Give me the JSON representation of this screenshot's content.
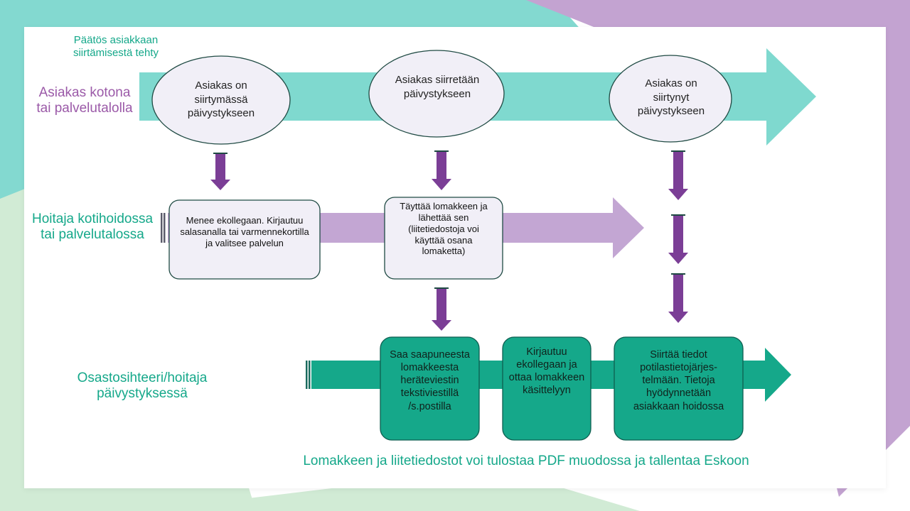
{
  "colors": {
    "teal": "#15a88a",
    "teal_light": "#7fd9cf",
    "purple": "#9b5aa8",
    "purple_light": "#c3a6d3",
    "arrow_purple": "#7b3e96",
    "box_fill": "#f1eff7",
    "box_border": "#1f4a43"
  },
  "decision_note": "Päätös asiakkaan siirtämisestä tehty",
  "lanes": {
    "patient": "Asiakas kotona tai palvelutalolla",
    "nurse": "Hoitaja kotihoidossa tai palvelutalossa",
    "secretary": "Osastosihteeri/hoitaja päivystyksessä"
  },
  "ellipses": {
    "e1": "Asiakas on siirtymässä päivystykseen",
    "e2": "Asiakas siirretään päivystykseen",
    "e3": "Asiakas on siirtynyt päivystykseen"
  },
  "nurse_boxes": {
    "b1": "Menee ekollegaan. Kirjautuu salasanalla tai varmennekortilla ja valitsee palvelun",
    "b2": "Täyttää lomakkeen ja lähettää sen (liitetiedostoja voi käyttää osana lomaketta)"
  },
  "secretary_boxes": {
    "g1": "Saa saapuneesta lomakkeesta heräteviestin tekstiviestillä /s.postilla",
    "g2": "Kirjautuu ekollegaan ja ottaa lomakkeen käsittelyyn",
    "g3": "Siirtää tiedot potilastietojärjes-telmään. Tietoja hyödynnetään asiakkaan hoidossa"
  },
  "footer": "Lomakkeen ja liitetiedostot voi tulostaa PDF muodossa ja tallentaa Eskoon"
}
